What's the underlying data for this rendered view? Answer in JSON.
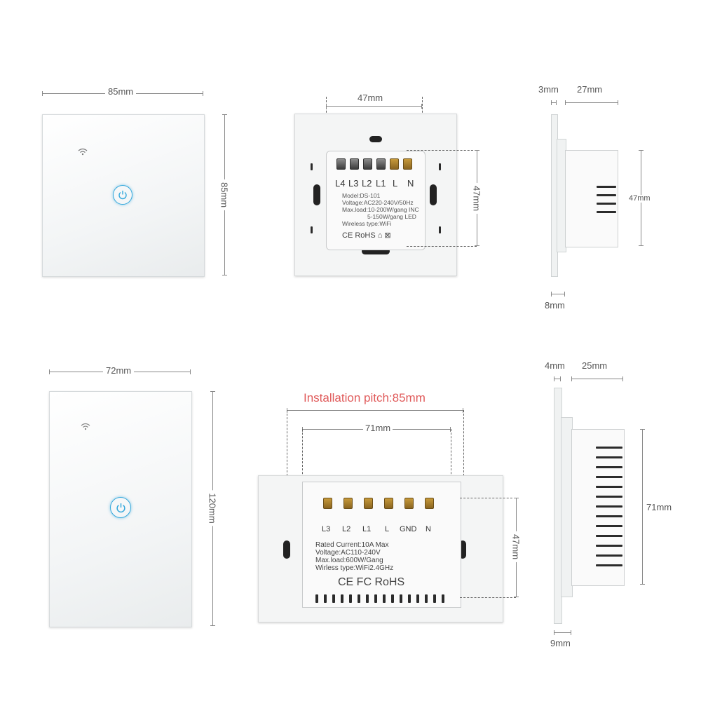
{
  "top_row": {
    "front": {
      "width_label": "85mm",
      "height_label": "85mm"
    },
    "back": {
      "pitch_label": "47mm",
      "module_height_label": "47mm",
      "terminals": [
        "L4",
        "L3",
        "L2",
        "L1",
        "L",
        "N"
      ],
      "spec_lines": [
        "Model:DS-101",
        "Voltage:AC220-240V/50Hz",
        "Max.load:10-200W/gang  INC",
        "5-150W/gang  LED",
        "Wireless type:WiFi"
      ],
      "marks": "CE RoHS ⌂ ⊠"
    },
    "side": {
      "glass_label": "3mm",
      "depth_label": "27mm",
      "box_height_label": "47mm",
      "base_label": "8mm"
    }
  },
  "bottom_row": {
    "front": {
      "width_label": "72mm",
      "height_label": "120mm"
    },
    "back": {
      "installation_pitch": "Installation pitch:85mm",
      "inner_width_label": "71mm",
      "module_height_label": "47mm",
      "terminals": [
        "L3",
        "L2",
        "L1",
        "L",
        "GND",
        "N"
      ],
      "spec_lines": [
        "Rated Current:10A Max",
        "Voltage:AC110-240V",
        "Max.load:600W/Gang",
        "Wirless type:WiFi2.4GHz"
      ],
      "marks": "CE FC RoHS"
    },
    "side": {
      "glass_label": "4mm",
      "depth_label": "25mm",
      "box_height_label": "71mm",
      "base_label": "9mm"
    }
  },
  "colors": {
    "accent": "#e05a5a",
    "button": "#35a8dc",
    "line": "#888888"
  }
}
